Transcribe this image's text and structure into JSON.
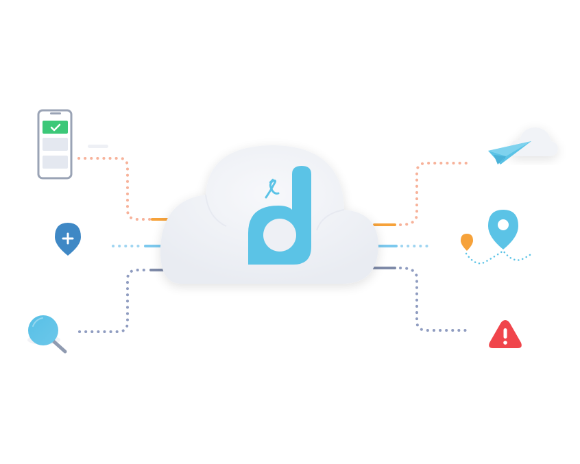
{
  "diagram": {
    "hub": {
      "logo_icon": "d-letter-logo-icon"
    },
    "left_nodes": [
      {
        "id": "phone",
        "icon": "smartphone-checklist-icon"
      },
      {
        "id": "add-location",
        "icon": "location-pin-plus-icon"
      },
      {
        "id": "search",
        "icon": "magnifier-icon"
      }
    ],
    "right_nodes": [
      {
        "id": "send",
        "icon": "paper-plane-icon"
      },
      {
        "id": "route",
        "icon": "map-route-pin-icon"
      },
      {
        "id": "alert",
        "icon": "warning-triangle-icon"
      }
    ],
    "colors": {
      "cloud": "#eef0f5",
      "cloud_shade": "#e3e6ee",
      "brand": "#5bc3e6",
      "orange": "#f6a23a",
      "salmon": "#f7b29a",
      "blue_light": "#7cc9ee",
      "slate": "#7e8aa8",
      "dark_blue": "#3f88c5",
      "green": "#3cc878",
      "red": "#f0454b",
      "phone_frame": "#9aa3b5"
    }
  }
}
